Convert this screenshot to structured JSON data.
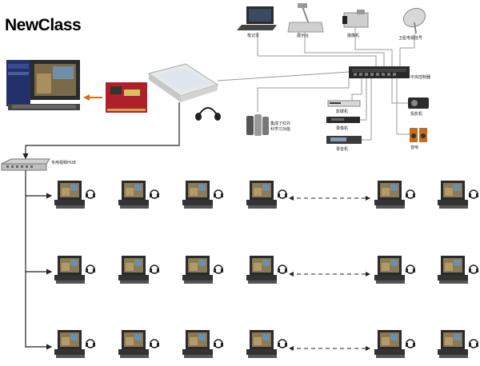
{
  "brand": {
    "logo_text": "NewClass"
  },
  "devices": {
    "laptop": "笔记本",
    "projector_stand": "展示台",
    "camcorder": "摄像机",
    "satellite": "卫星电视信号",
    "central_control": "中央控制器",
    "dvd_player": "影碟机",
    "vcr": "录像机",
    "tape_recorder": "录音机",
    "projector": "投影机",
    "speaker": "音响",
    "remote_note": "集成了红外\n科学习功能",
    "hub": "专用视频HUB"
  },
  "colors": {
    "logo": "#1a8f8a",
    "lines": "#888888",
    "arrow": "#222222"
  }
}
